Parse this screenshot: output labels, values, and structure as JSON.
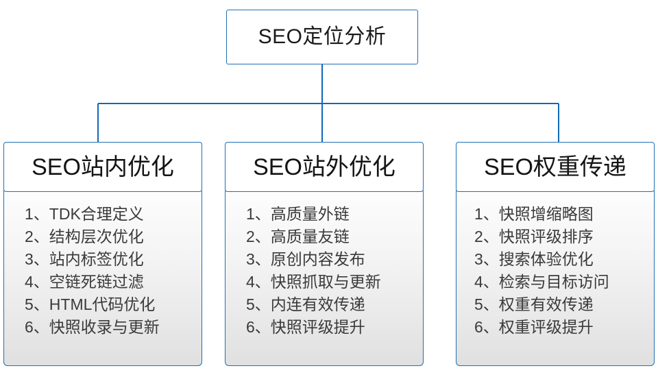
{
  "diagram": {
    "type": "org-tree",
    "root": {
      "title": "SEO定位分析"
    },
    "colors": {
      "border": "#1f6fb5",
      "connector": "#1168b8",
      "header_background": "#ffffff",
      "body_background_top": "#fdfdfd",
      "body_background_bottom": "#e0e0e0",
      "header_text": "#141414",
      "item_text": "#3a3a3a"
    },
    "branches": [
      {
        "title": "SEO站内优化",
        "items": [
          "1、TDK合理定义",
          "2、结构层次优化",
          "3、站内标签优化",
          "4、空链死链过滤",
          "5、HTML代码优化",
          "6、快照收录与更新"
        ]
      },
      {
        "title": "SEO站外优化",
        "items": [
          "1、高质量外链",
          "2、高质量友链",
          "3、原创内容发布",
          "4、快照抓取与更新",
          "5、内连有效传递",
          "6、快照评级提升"
        ]
      },
      {
        "title": "SEO权重传递",
        "items": [
          "1、快照增缩略图",
          "2、快照评级排序",
          "3、搜索体验优化",
          "4、检索与目标访问",
          "5、权重有效传递",
          "6、权重评级提升"
        ]
      }
    ]
  }
}
